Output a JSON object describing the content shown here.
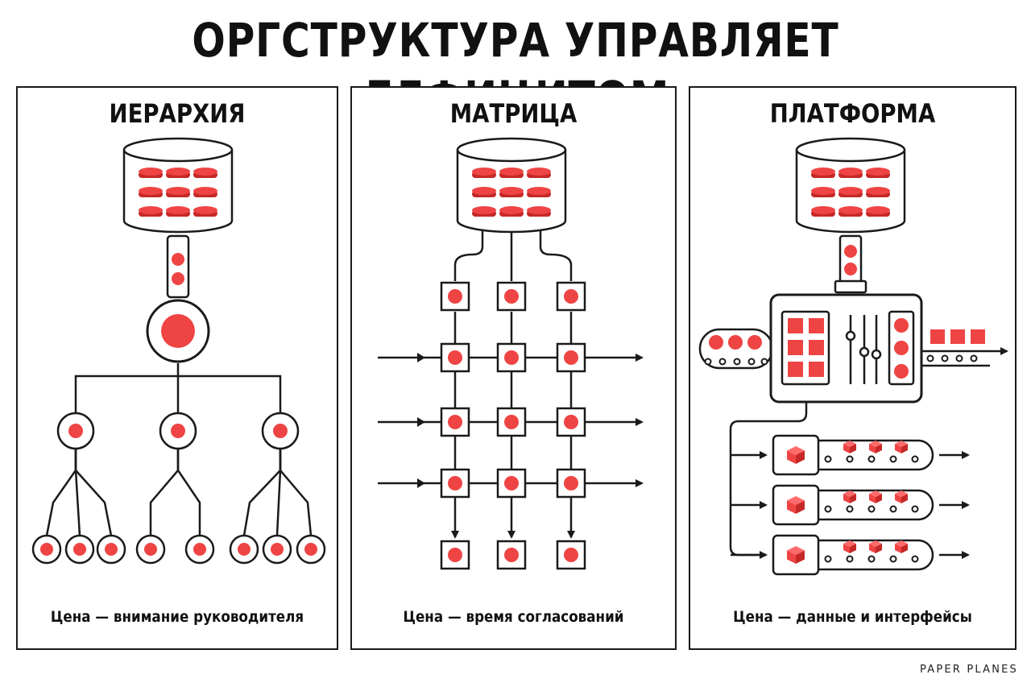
{
  "title": "ОРГСТРУКТУРА УПРАВЛЯЕТ ДЕФИЦИТОМ",
  "panels": [
    {
      "heading": "ИЕРАРХИЯ",
      "caption": "Цена — внимание руководителя"
    },
    {
      "heading": "МАТРИЦА",
      "caption": "Цена — время согласований"
    },
    {
      "heading": "ПЛАТФОРМА",
      "caption": "Цена — данные и интерфейсы"
    }
  ],
  "brand": "PAPER PLANES",
  "colors": {
    "accent": "#ef4444",
    "stroke": "#1a1a1a",
    "background": "#ffffff"
  }
}
